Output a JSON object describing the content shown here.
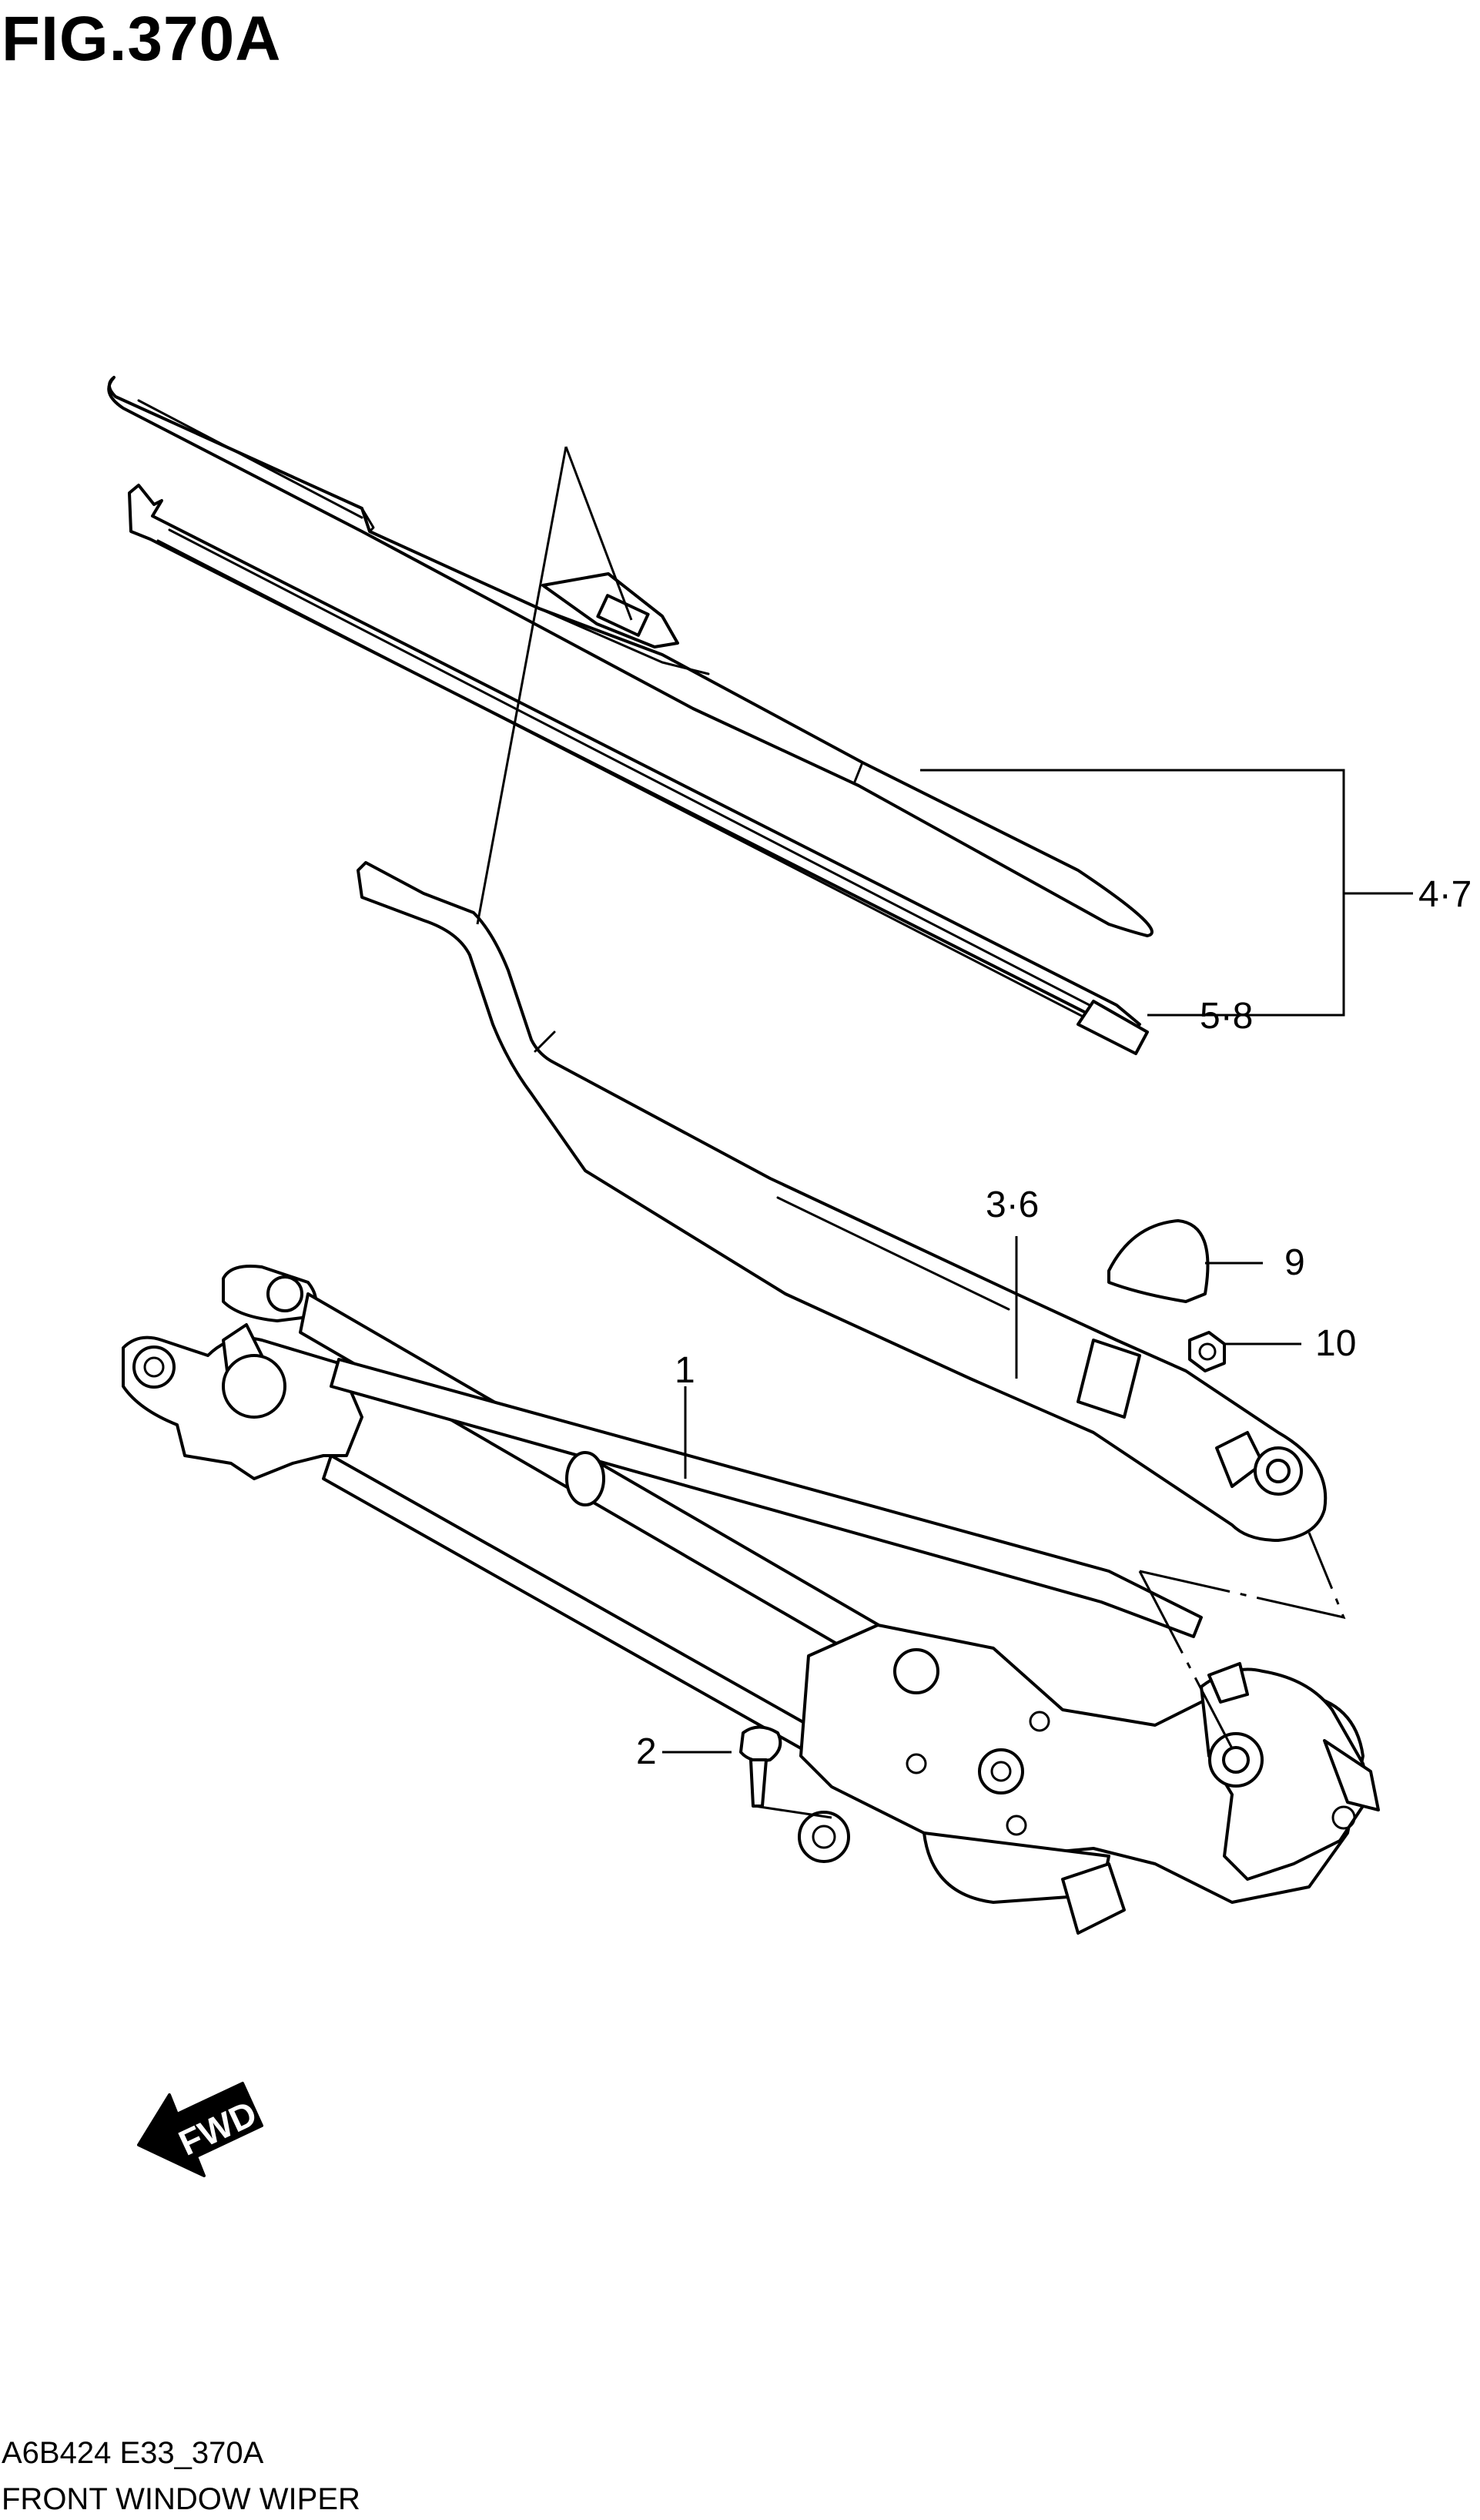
{
  "figure": {
    "title": "FIG.370A",
    "code": "A6B424 E33_370A",
    "caption": "FRONT WINDOW WIPER"
  },
  "callouts": [
    {
      "id": "blade-assembly",
      "label": "4·7"
    },
    {
      "id": "blade-rubber",
      "label": "5·8"
    },
    {
      "id": "wiper-arm",
      "label": "3·6"
    },
    {
      "id": "arm-cap",
      "label": "9"
    },
    {
      "id": "arm-nut",
      "label": "10"
    },
    {
      "id": "wiper-linkage",
      "label": "1"
    },
    {
      "id": "mount-bolt",
      "label": "2"
    }
  ],
  "fwd_badge": "FWD"
}
